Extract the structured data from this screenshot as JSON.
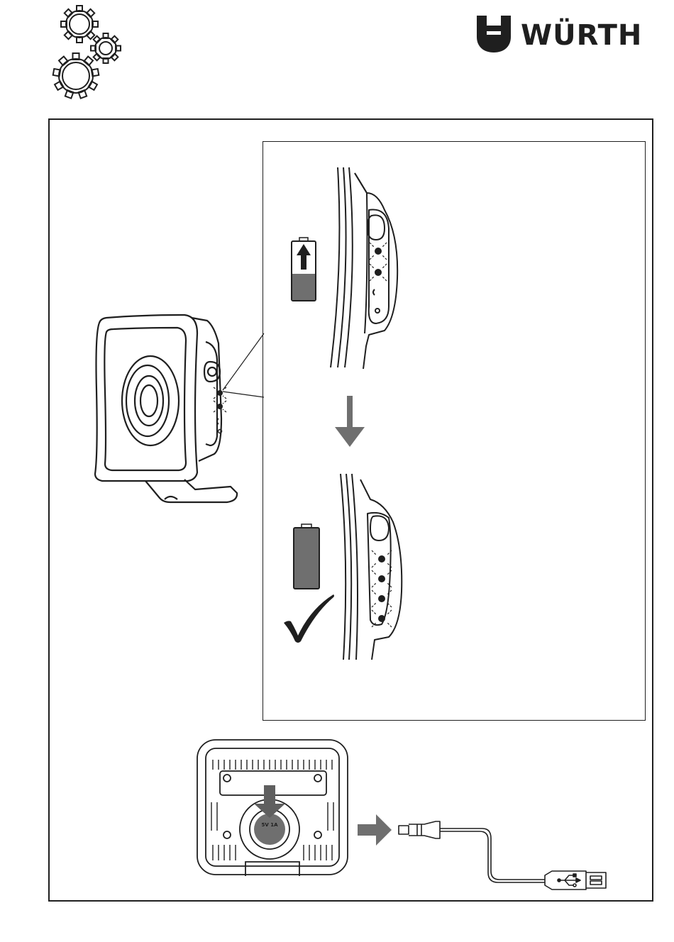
{
  "brand": {
    "name": "WÜRTH"
  },
  "charging_port": {
    "rating_label": "5V 1A"
  },
  "icons": {
    "section": "gears-icon",
    "logo": "wurth-logo-icon",
    "step_before": "battery-charging-icon",
    "step_after": "battery-full-icon",
    "transition": "arrow-down-icon",
    "connect": "arrow-right-icon",
    "done": "checkmark-icon",
    "cable": "usb-cable-icon"
  },
  "indicators": {
    "charging_leds_lit": 2,
    "full_leds_lit": 4,
    "total_leds": 4
  },
  "colors": {
    "ink": "#1f1f1f",
    "battery_gray": "#6f6f6f",
    "arrow_gray": "#6f6f6f",
    "frame": "#1f1f1f"
  }
}
